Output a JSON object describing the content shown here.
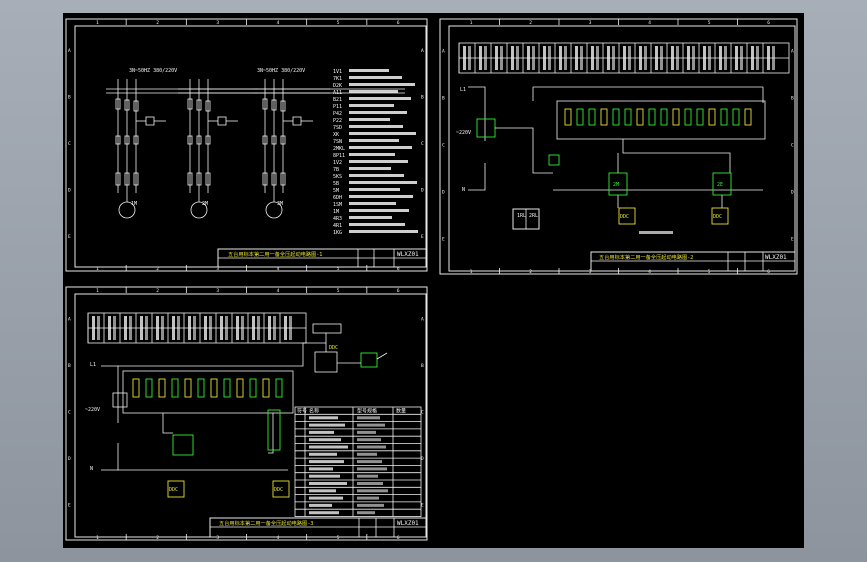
{
  "sheets": [
    {
      "title": "五台用标本第二用一备全压起动电路图-1",
      "drawing_no": "WLXZ01",
      "supply_labels": [
        "3N~50HZ 380/220V",
        "3N~50HZ 380/220V"
      ],
      "motor_labels": [
        "1M",
        "2M",
        "3M"
      ],
      "list_codes": [
        "1V1",
        "7K1",
        "D2K",
        "A11",
        "B21",
        "P11",
        "P42",
        "P22",
        "7SD",
        "XK",
        "7SN",
        "2MKL",
        "8P11",
        "1V2",
        "7B",
        "5KS",
        "5B",
        "5M",
        "6DH",
        "1SM",
        "1M",
        "4R3",
        "4R1",
        "1KG"
      ]
    },
    {
      "title": "五台用标本第二用一备全压起动电路图-2",
      "drawing_no": "WLXZ01",
      "boxes": [
        "DDC",
        "1RL",
        "2RL",
        "2M",
        "2E"
      ],
      "rails": [
        "L1",
        "~220V",
        "N"
      ]
    },
    {
      "title": "五台用标本第二用一备全压起动电路图-3",
      "drawing_no": "WLXZ01",
      "boxes": [
        "DDC",
        "DDC",
        "DDC"
      ],
      "rails": [
        "L1",
        "~220V",
        "N"
      ],
      "table_header": [
        "符号",
        "名称",
        "型号规格",
        "数量"
      ]
    }
  ],
  "zone_numbers": [
    "1",
    "2",
    "3",
    "4",
    "5",
    "6"
  ],
  "zone_letters": [
    "A",
    "B",
    "C",
    "D",
    "E"
  ]
}
